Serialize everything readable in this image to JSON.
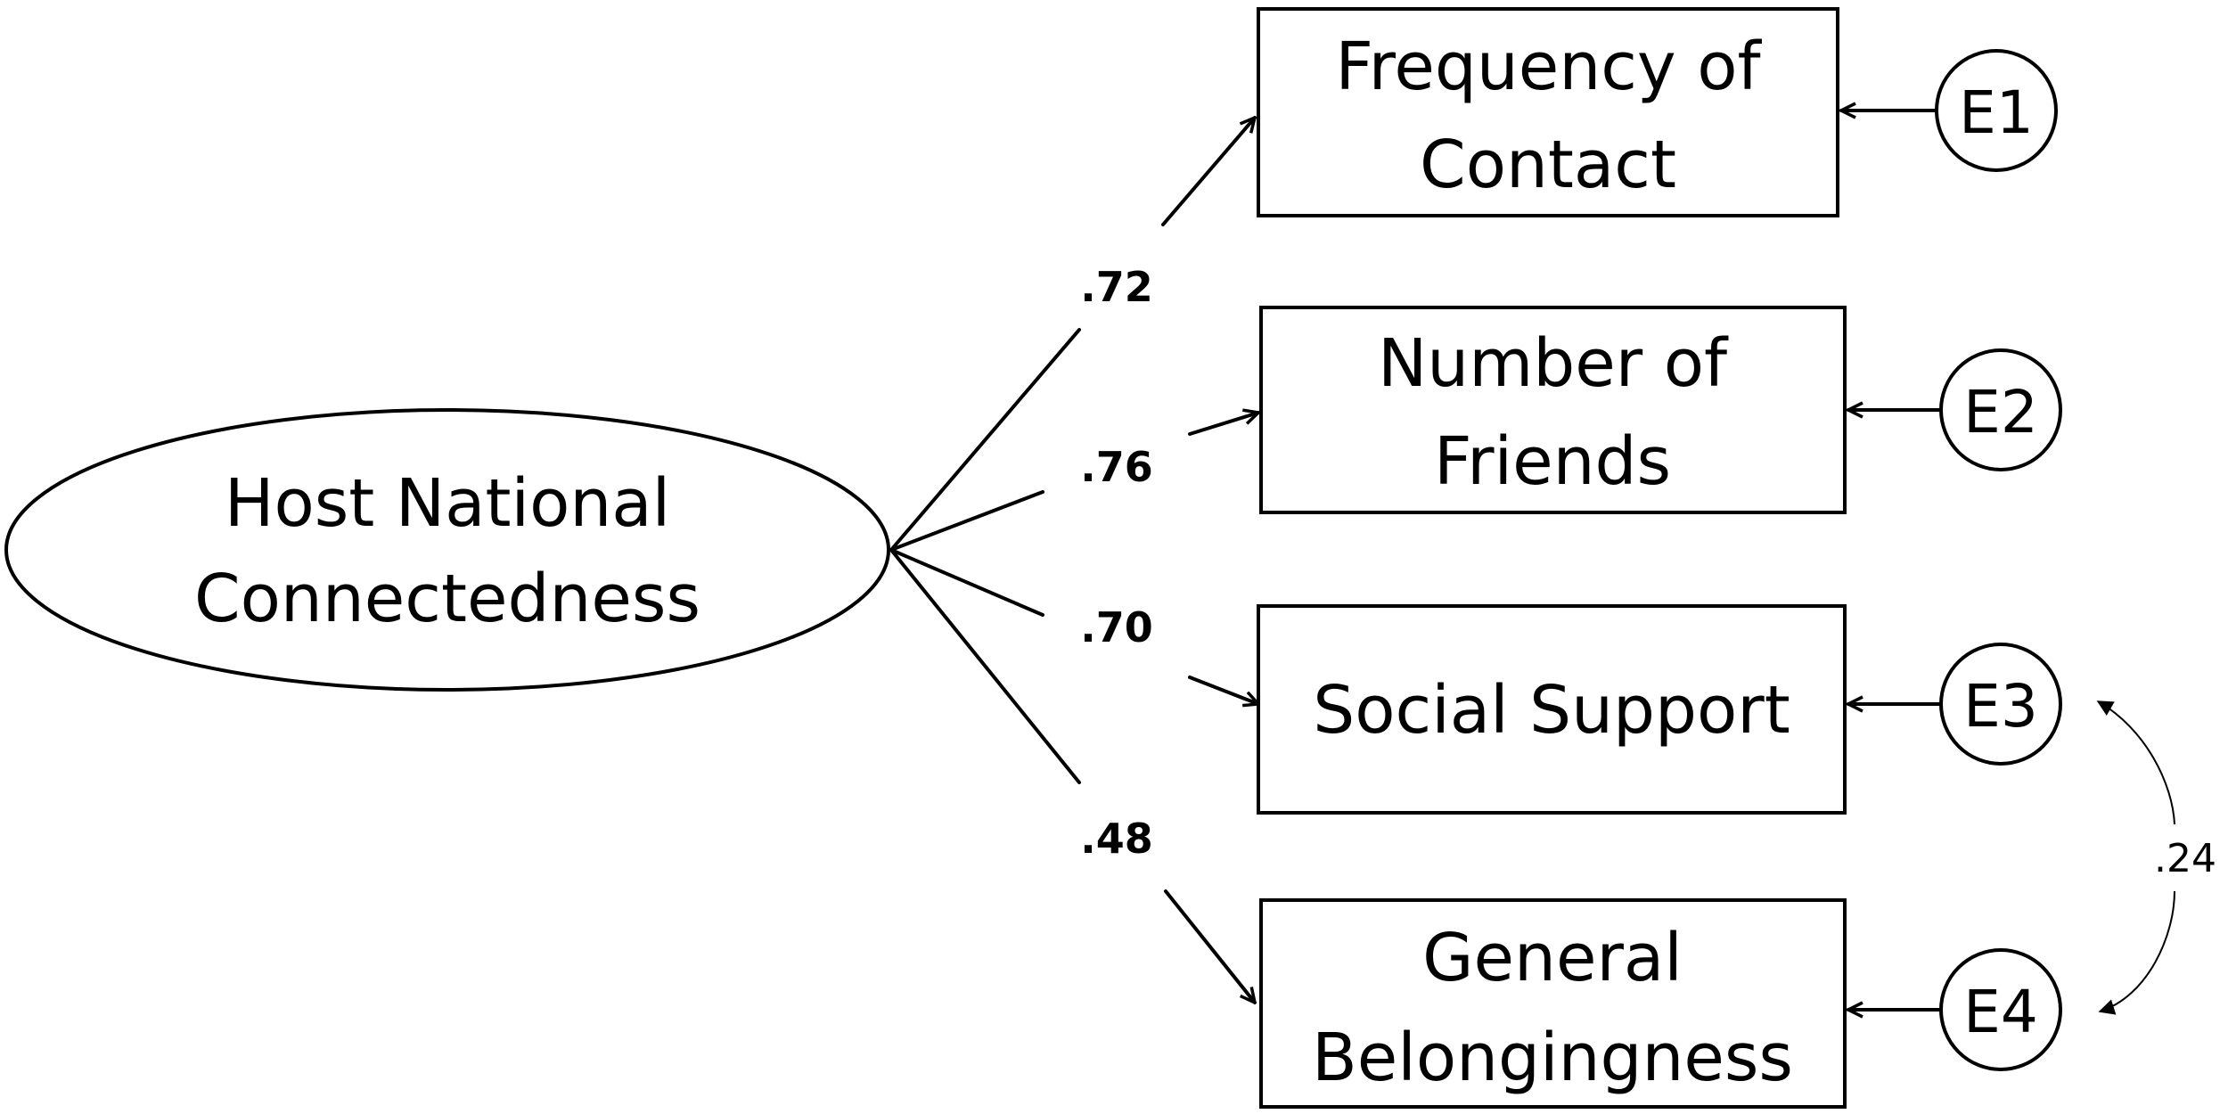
{
  "latent": {
    "line1": "Host National",
    "line2": "Connectedness"
  },
  "indicators": [
    {
      "line1": "Frequency of",
      "line2": "Contact",
      "loading": ".72",
      "error": "E1"
    },
    {
      "line1": "Number of",
      "line2": "Friends",
      "loading": ".76",
      "error": "E2"
    },
    {
      "line1": "Social Support",
      "line2": "",
      "loading": ".70",
      "error": "E3"
    },
    {
      "line1": "General",
      "line2": "Belongingness",
      "loading": ".48",
      "error": "E4"
    }
  ],
  "error_covariance": {
    "between": [
      "E3",
      "E4"
    ],
    "value": ".24"
  }
}
